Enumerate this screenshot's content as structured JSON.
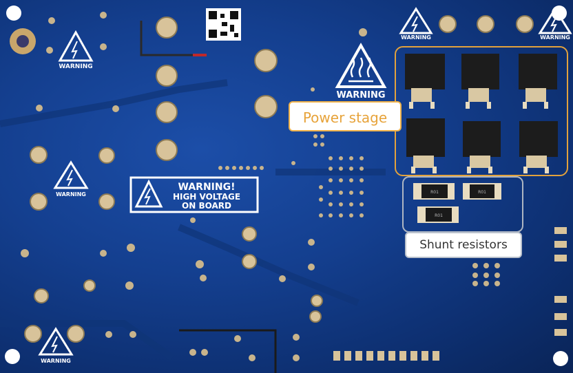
{
  "callouts": {
    "power_stage": "Power stage",
    "shunt_resistors": "Shunt resistors"
  },
  "warnings": {
    "small": "WARNING",
    "hv_line1": "WARNING!",
    "hv_line2": "HIGH VOLTAGE",
    "hv_line3": "ON BOARD"
  },
  "components": {
    "shunt_r1": "R01",
    "shunt_r2": "R01",
    "shunt_r3": "R01"
  },
  "colors": {
    "pcb": "#143f8f",
    "power_box": "#e3a23c",
    "shunt_box": "#aeb6c2",
    "silkscreen": "#ffffff"
  }
}
